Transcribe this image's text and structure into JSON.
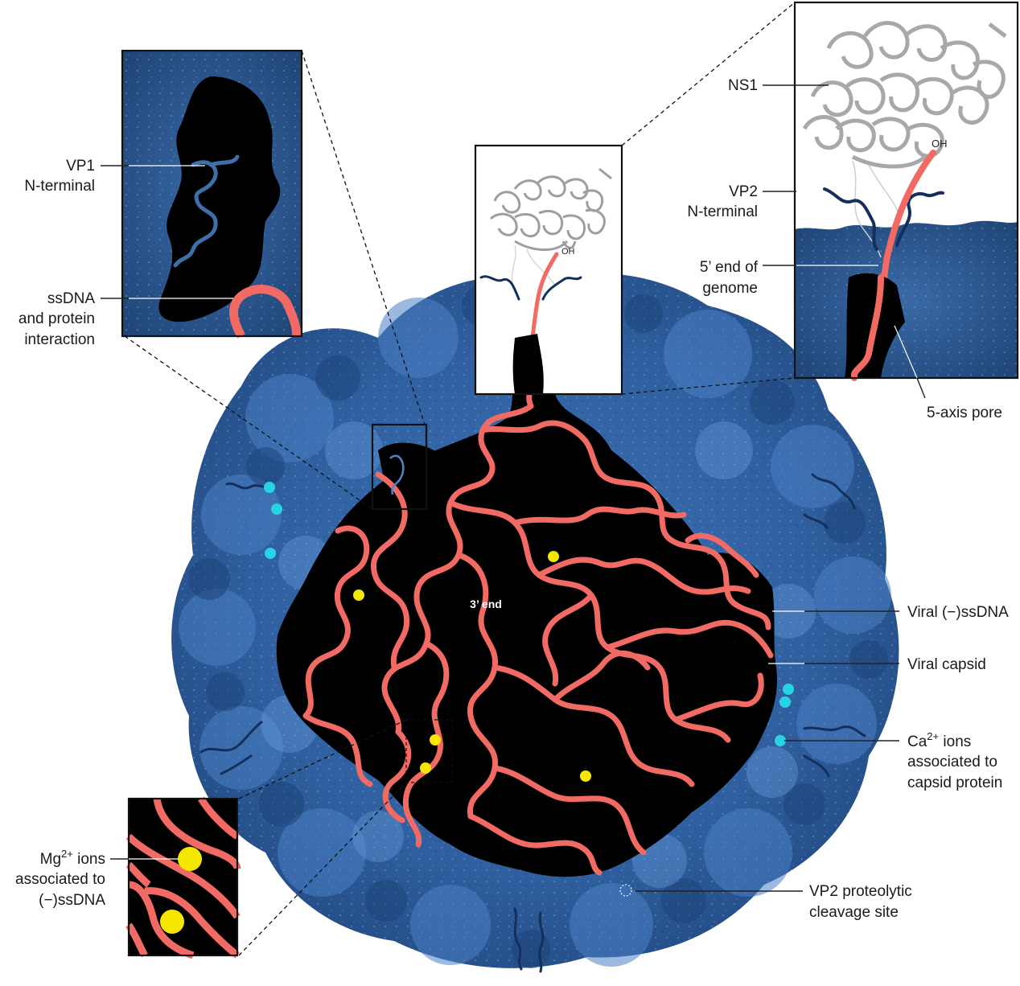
{
  "labels": {
    "vp1_line1": "VP1",
    "vp1_line2": "N-terminal",
    "ssdna_line1": "ssDNA",
    "ssdna_line2": "and  protein",
    "ssdna_line3": "interaction",
    "ns1": "NS1",
    "vp2_line1": "VP2",
    "vp2_line2": "N-terminal",
    "five_end_line1": "5’ end of",
    "five_end_line2": "genome",
    "pore": "5-axis pore",
    "viral_ssdna": "Viral (−)ssDNA",
    "viral_capsid": "Viral capsid",
    "ca_line1_base": "Ca",
    "ca_line1_sup": "2+",
    "ca_line1_rest": " ions",
    "ca_line2": "associated to",
    "ca_line3": "capsid protein",
    "mg_line1_base": "Mg",
    "mg_line1_sup": "2+",
    "mg_line1_rest": " ions",
    "mg_line2": "associated to",
    "mg_line3": "(−)ssDNA",
    "vp2_cleave_line1": "VP2 proteolytic",
    "vp2_cleave_line2": "cleavage site",
    "three_end": "3’ end",
    "oh_small": "OH",
    "oh_large": "OH"
  },
  "colors": {
    "capsid": "#2f5f9e",
    "capsid_light": "#4f84c8",
    "capsid_dark": "#173a6b",
    "genome": "#f26a64",
    "interior": "#000000",
    "mg_ion": "#f5e600",
    "ca_ion": "#29d3e6",
    "ns1_protein": "#bdbdbd"
  },
  "icons": [
    "ns1-protein-ribbon",
    "mg-ion-dot",
    "ca-ion-dot",
    "vp2-tail"
  ]
}
